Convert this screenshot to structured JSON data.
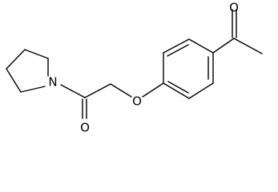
{
  "structure": {
    "type": "skeletal-formula",
    "atom_labels": [
      "O",
      "N",
      "O",
      "O"
    ],
    "colors": {
      "background": "#ffffff",
      "bond": "#000000",
      "label": "#000000"
    }
  }
}
